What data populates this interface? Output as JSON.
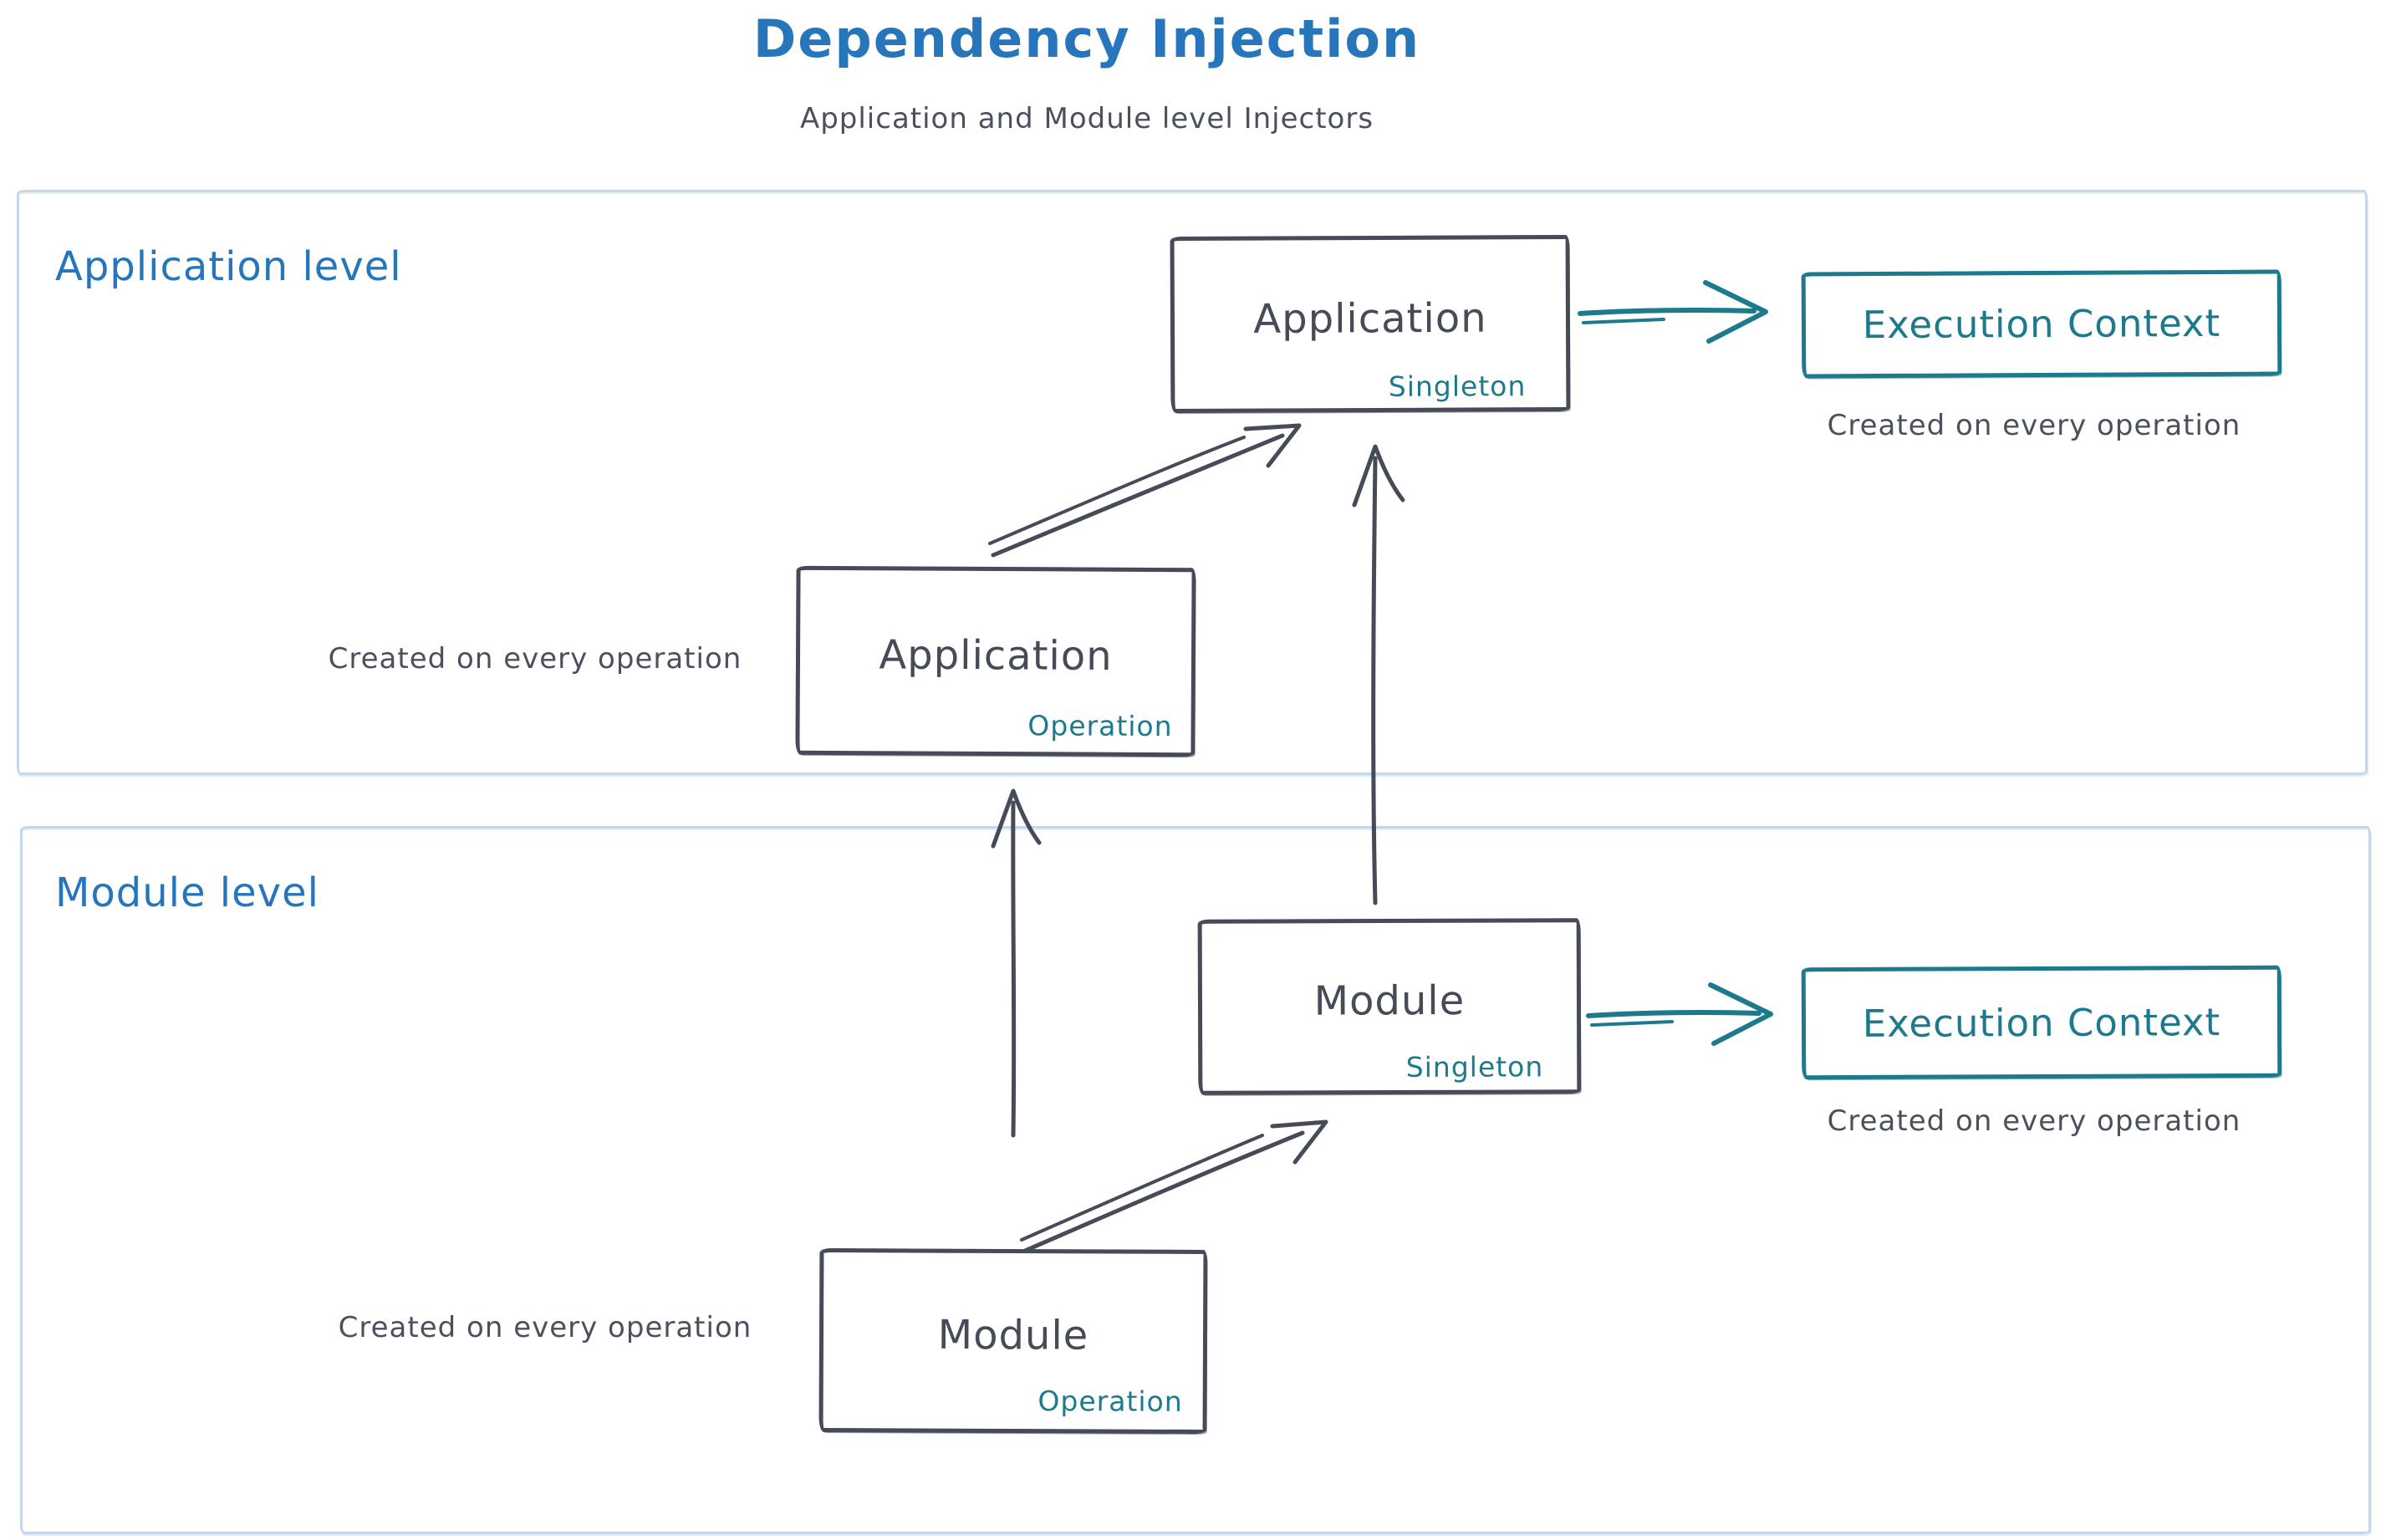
{
  "colors": {
    "blue": "#2776BC",
    "ink": "#454B57",
    "teal": "#1D7A8C",
    "frame": "#C3D7EE",
    "caption": "#4A505C"
  },
  "header": {
    "title": "Dependency Injection",
    "subtitle": "Application and Module level Injectors"
  },
  "application_level": {
    "label": "Application level",
    "singleton": {
      "name": "Application",
      "scope": "Singleton"
    },
    "operation": {
      "name": "Application",
      "scope": "Operation"
    },
    "operation_caption": "Created on every operation",
    "execution_context": {
      "label": "Execution Context",
      "caption": "Created on every operation"
    }
  },
  "module_level": {
    "label": "Module level",
    "singleton": {
      "name": "Module",
      "scope": "Singleton"
    },
    "operation": {
      "name": "Module",
      "scope": "Operation"
    },
    "operation_caption": "Created on every operation",
    "execution_context": {
      "label": "Execution Context",
      "caption": "Created on every operation"
    }
  }
}
